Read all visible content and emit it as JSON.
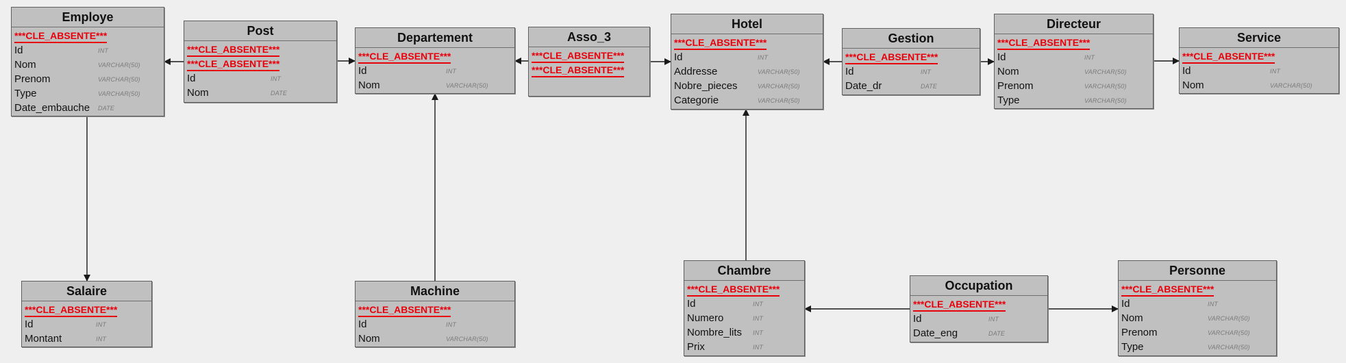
{
  "entities": {
    "employe": {
      "title": "Employe",
      "keys": [
        "***CLE_ABSENTE***"
      ],
      "fields": [
        {
          "name": "Id",
          "type": "INT"
        },
        {
          "name": "Nom",
          "type": "VARCHAR(50)"
        },
        {
          "name": "Prenom",
          "type": "VARCHAR(50)"
        },
        {
          "name": "Type",
          "type": "VARCHAR(50)"
        },
        {
          "name": "Date_embauche",
          "type": "DATE"
        }
      ]
    },
    "post": {
      "title": "Post",
      "keys": [
        "***CLE_ABSENTE***",
        "***CLE_ABSENTE***"
      ],
      "fields": [
        {
          "name": "Id",
          "type": "INT"
        },
        {
          "name": "Nom",
          "type": "DATE"
        }
      ]
    },
    "departement": {
      "title": "Departement",
      "keys": [
        "***CLE_ABSENTE***"
      ],
      "fields": [
        {
          "name": "Id",
          "type": "INT"
        },
        {
          "name": "Nom",
          "type": "VARCHAR(50)"
        }
      ]
    },
    "asso_3": {
      "title": "Asso_3",
      "keys": [
        "***CLE_ABSENTE***",
        "***CLE_ABSENTE***"
      ],
      "fields": []
    },
    "hotel": {
      "title": "Hotel",
      "keys": [
        "***CLE_ABSENTE***"
      ],
      "fields": [
        {
          "name": "Id",
          "type": "INT"
        },
        {
          "name": "Addresse",
          "type": "VARCHAR(50)"
        },
        {
          "name": "Nobre_pieces",
          "type": "VARCHAR(50)"
        },
        {
          "name": "Categorie",
          "type": "VARCHAR(50)"
        }
      ]
    },
    "gestion": {
      "title": "Gestion",
      "keys": [
        "***CLE_ABSENTE***"
      ],
      "fields": [
        {
          "name": "Id",
          "type": "INT"
        },
        {
          "name": "Date_dr",
          "type": "DATE"
        }
      ]
    },
    "directeur": {
      "title": "Directeur",
      "keys": [
        "***CLE_ABSENTE***"
      ],
      "fields": [
        {
          "name": "Id",
          "type": "INT"
        },
        {
          "name": "Nom",
          "type": "VARCHAR(50)"
        },
        {
          "name": "Prenom",
          "type": "VARCHAR(50)"
        },
        {
          "name": "Type",
          "type": "VARCHAR(50)"
        }
      ]
    },
    "service": {
      "title": "Service",
      "keys": [
        "***CLE_ABSENTE***"
      ],
      "fields": [
        {
          "name": "Id",
          "type": "INT"
        },
        {
          "name": "Nom",
          "type": "VARCHAR(50)"
        }
      ]
    },
    "salaire": {
      "title": "Salaire",
      "keys": [
        "***CLE_ABSENTE***"
      ],
      "fields": [
        {
          "name": "Id",
          "type": "INT"
        },
        {
          "name": "Montant",
          "type": "INT"
        }
      ]
    },
    "machine": {
      "title": "Machine",
      "keys": [
        "***CLE_ABSENTE***"
      ],
      "fields": [
        {
          "name": "Id",
          "type": "INT"
        },
        {
          "name": "Nom",
          "type": "VARCHAR(50)"
        }
      ]
    },
    "chambre": {
      "title": "Chambre",
      "keys": [
        "***CLE_ABSENTE***"
      ],
      "fields": [
        {
          "name": "Id",
          "type": "INT"
        },
        {
          "name": "Numero",
          "type": "INT"
        },
        {
          "name": "Nombre_lits",
          "type": "INT"
        },
        {
          "name": "Prix",
          "type": "INT"
        }
      ]
    },
    "occupation": {
      "title": "Occupation",
      "keys": [
        "***CLE_ABSENTE***"
      ],
      "fields": [
        {
          "name": "Id",
          "type": "INT"
        },
        {
          "name": "Date_eng",
          "type": "DATE"
        }
      ]
    },
    "personne": {
      "title": "Personne",
      "keys": [
        "***CLE_ABSENTE***"
      ],
      "fields": [
        {
          "name": "Id",
          "type": "INT"
        },
        {
          "name": "Nom",
          "type": "VARCHAR(50)"
        },
        {
          "name": "Prenom",
          "type": "VARCHAR(50)"
        },
        {
          "name": "Type",
          "type": "VARCHAR(50)"
        }
      ]
    }
  },
  "relations": [
    {
      "from": "post",
      "to": "employe"
    },
    {
      "from": "post",
      "to": "departement"
    },
    {
      "from": "asso_3",
      "to": "departement"
    },
    {
      "from": "asso_3",
      "to": "hotel"
    },
    {
      "from": "gestion",
      "to": "hotel"
    },
    {
      "from": "gestion",
      "to": "directeur"
    },
    {
      "from": "directeur",
      "to": "service"
    },
    {
      "from": "employe",
      "to": "salaire"
    },
    {
      "from": "machine",
      "to": "departement"
    },
    {
      "from": "chambre",
      "to": "hotel"
    },
    {
      "from": "occupation",
      "to": "chambre"
    },
    {
      "from": "occupation",
      "to": "personne"
    }
  ],
  "colors": {
    "background": "#efefef",
    "entity_fill": "#c0c0c0",
    "key_text": "#e8000a",
    "line": "#1a1a1a"
  }
}
